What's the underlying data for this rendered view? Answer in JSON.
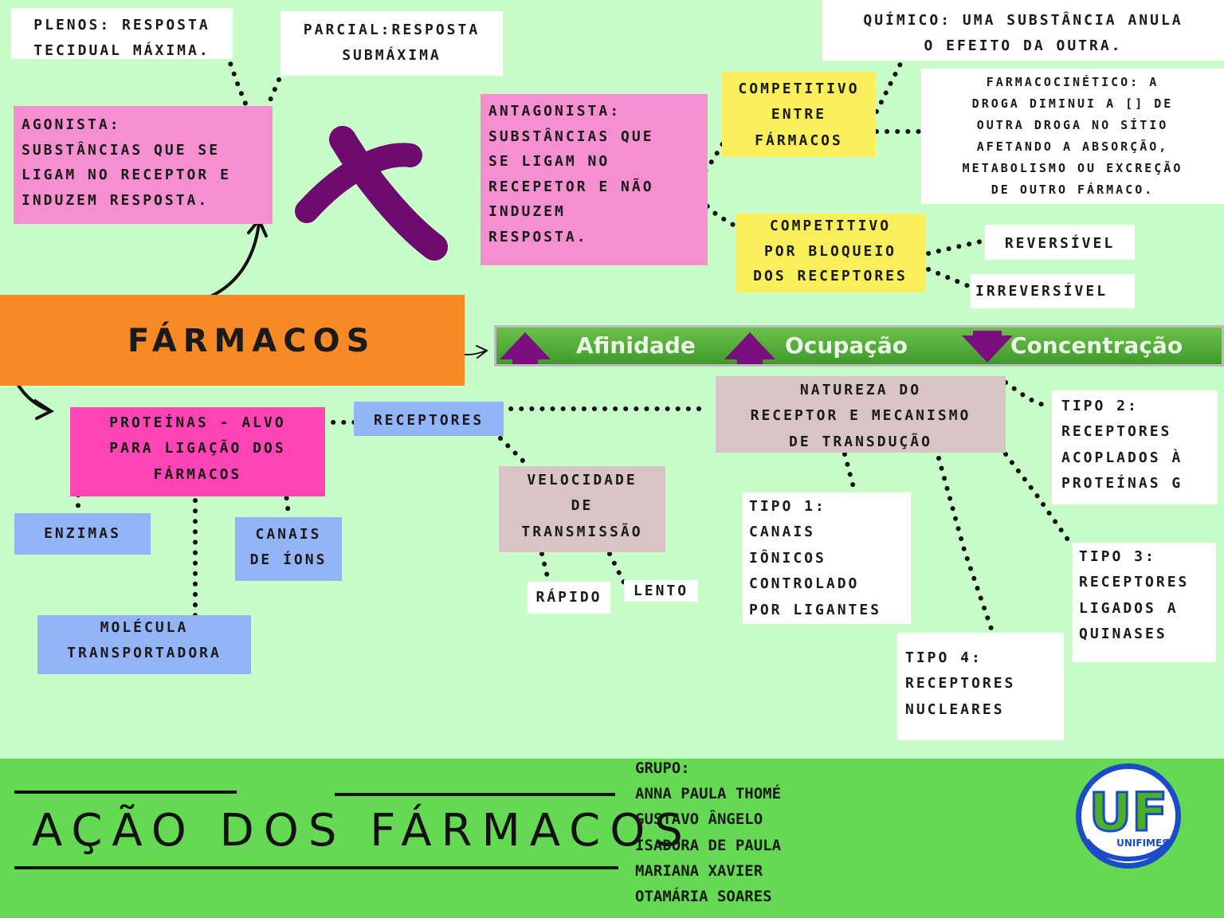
{
  "boxes": {
    "plenos": "PLENOS: RESPOSTA\nTECIDUAL MÁXIMA.",
    "parcial": "PARCIAL:RESPOSTA\nSUBMÁXIMA",
    "agonista": "AGONISTA:\nSUBSTÂNCIAS QUE SE\nLIGAM NO RECEPTOR E\nINDUZEM RESPOSTA.",
    "antagonista": "ANTAGONISTA:\nSUBSTÂNCIAS QUE\nSE LIGAM NO\nRECEPETOR E  NÃO\nINDUZEM\nRESPOSTA.",
    "quimico": "QUÍMICO: UMA SUBSTÂNCIA ANULA\nO EFEITO DA OUTRA.",
    "competitivo_farmacos": "COMPETITIVO\nENTRE\nFÁRMACOS",
    "farmacocinetico": "FARMACOCINÉTICO:  A\nDROGA DIMINUI A [] DE\nOUTRA DROGA NO SÍTIO\nAFETANDO A ABSORÇÃO,\nMETABOLISMO OU EXCREÇÃO\nDE OUTRO FÁRMACO.",
    "competitivo_bloqueio": "COMPETITIVO\nPOR BLOQUEIO\nDOS RECEPTORES",
    "reversivel": "REVERSÍVEL",
    "irreversivel": "IRREVERSÍVEL",
    "proteinas": "PROTEÍNAS - ALVO\nPARA LIGAÇÃO DOS\nFÁRMACOS",
    "receptores": "RECEPTORES",
    "natureza": "NATUREZA DO\nRECEPTOR E MECANISMO\nDE TRANSDUÇÃO",
    "tipo2": "TIPO 2:\nRECEPTORES\n ACOPLADOS À\nPROTEÍNAS G",
    "velocidade": "VELOCIDADE\nDE\nTRANSMISSÃO",
    "enzimas": "ENZIMAS",
    "canais_ions": "CANAIS\nDE ÍONS",
    "rapido": "RÁPIDO",
    "lento": "LENTO",
    "tipo1": "TIPO 1:\nCANAIS\nIÔNICOS\nCONTROLADO\nPOR LIGANTES",
    "tipo3": "TIPO 3:\nRECEPTORES\nLIGADOS A\nQUINASES",
    "molecula": "MOLÉCULA\nTRANSPORTADORA",
    "tipo4": "TIPO 4:\nRECEPTORES\nNUCLEARES"
  },
  "center_title": "FÁRMACOS",
  "effects": {
    "afinidade": "Afinidade",
    "ocupacao": "Ocupação",
    "concentracao": "Concentração"
  },
  "footer": {
    "title": "AÇÃO DOS FÁRMACOS",
    "group_label": "GRUPO:",
    "members": [
      "ANNA PAULA THOMÉ",
      "GUSTAVO ÂNGELO",
      "ISADORA DE PAULA",
      "MARIANA XAVIER",
      "OTAMÁRIA SOARES"
    ],
    "logo_text": "UF",
    "logo_sub": "UNIFIMES"
  },
  "colors": {
    "background": "#c8fcc8",
    "pink": "#f58fd0",
    "hotpink": "#ff44b4",
    "yellow": "#f8ef5b",
    "blue": "#94b4f8",
    "taupe": "#d8c4c4",
    "orange": "#f78a25",
    "purple": "#6e0a6e",
    "footer_green": "#66d954"
  }
}
